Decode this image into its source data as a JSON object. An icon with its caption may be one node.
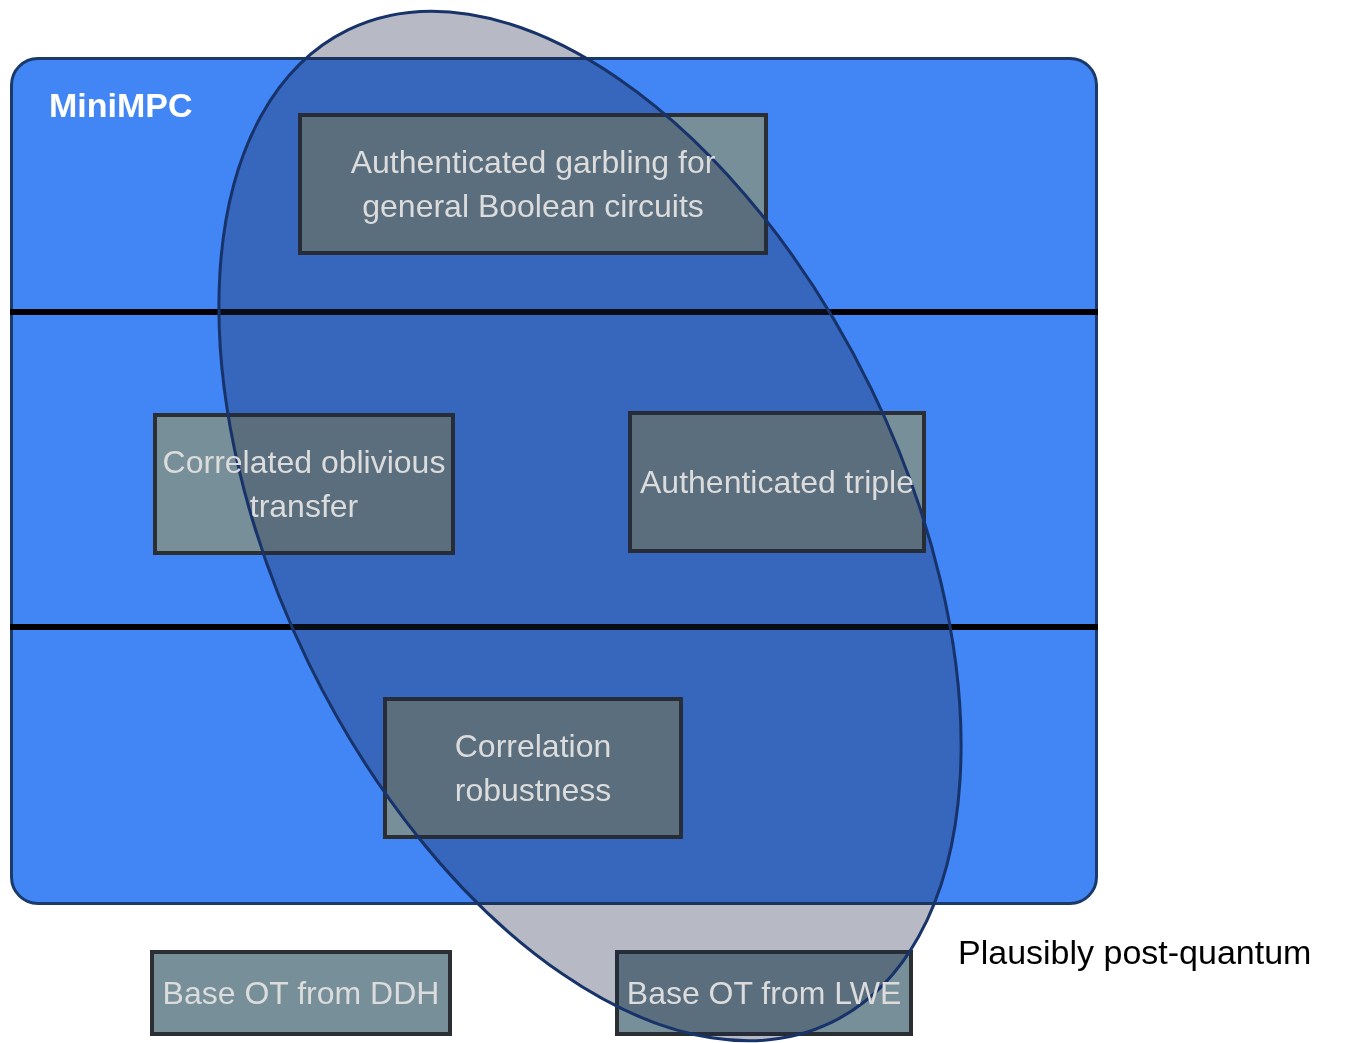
{
  "diagram": {
    "nodes": [
      {
        "text": [
          "MiniMPC"
        ]
      },
      {
        "text": [
          "Authenticated garbling for general Boolean circuits"
        ],
        "in": 0
      },
      {
        "text": [
          "Correlated oblivious transfer"
        ],
        "in": 0
      },
      {
        "text": [
          "Authenticated triple"
        ],
        "in": 0
      },
      {
        "text": [
          "Correlation robustness"
        ],
        "in": 0
      },
      {
        "text": [
          "Base OT from DDH"
        ]
      },
      {
        "text": [
          "Base OT from LWE"
        ]
      }
    ],
    "labels": [
      "Plausibly post-quantum"
    ]
  }
}
